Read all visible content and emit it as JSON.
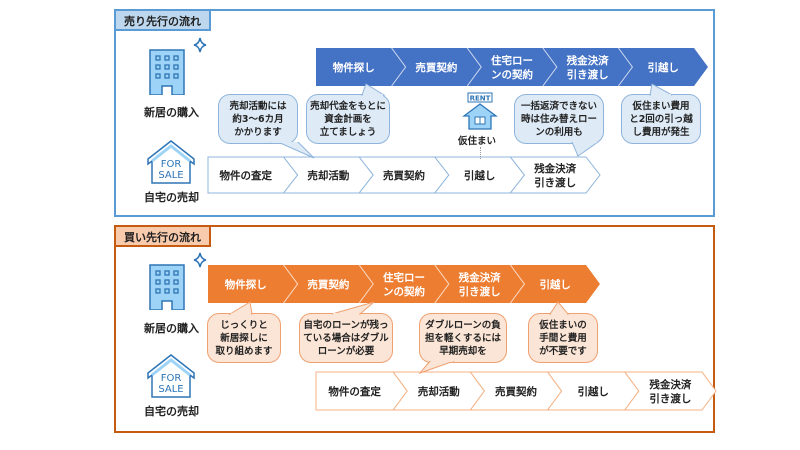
{
  "colors": {
    "sell_border": "#5b9bd5",
    "sell_arrow": "#4472c4",
    "sell_bubble": "#deebf7",
    "buy_border": "#c55a11",
    "buy_arrow": "#ed7d31",
    "buy_bubble": "#fbe5d6",
    "icon_fill": "#9dd3f7",
    "icon_stroke": "#2e75b6"
  },
  "sell_first": {
    "title": "売り先行の流れ",
    "purchase_label": "新居の購入",
    "sale_label": "自宅の売却",
    "for_sale_sign": [
      "FOR",
      "SALE"
    ],
    "purchase_steps": [
      {
        "line1": "物件探し",
        "line2": ""
      },
      {
        "line1": "売買契約",
        "line2": ""
      },
      {
        "line1": "住宅ロー",
        "line2": "ンの契約"
      },
      {
        "line1": "残金決済",
        "line2": "引き渡し"
      },
      {
        "line1": "引越し",
        "line2": ""
      }
    ],
    "sale_steps": [
      {
        "line1": "物件の査定",
        "line2": ""
      },
      {
        "line1": "売却活動",
        "line2": ""
      },
      {
        "line1": "売買契約",
        "line2": ""
      },
      {
        "line1": "引越し",
        "line2": ""
      },
      {
        "line1": "残金決済",
        "line2": "引き渡し"
      }
    ],
    "rent": {
      "sign": "RENT",
      "label": "仮住まい"
    },
    "bubbles": [
      "売却活動には\n約3～6カ月\nかかります",
      "売却代金をもとに\n資金計画を\n立てましょう",
      "一括返済できない\n時は住み替えロー\nンの利用も",
      "仮住まい費用\nと2回の引っ越\nし費用が発生"
    ]
  },
  "buy_first": {
    "title": "買い先行の流れ",
    "purchase_label": "新居の購入",
    "sale_label": "自宅の売却",
    "for_sale_sign": [
      "FOR",
      "SALE"
    ],
    "purchase_steps": [
      {
        "line1": "物件探し",
        "line2": ""
      },
      {
        "line1": "売買契約",
        "line2": ""
      },
      {
        "line1": "住宅ロー",
        "line2": "ンの契約"
      },
      {
        "line1": "残金決済",
        "line2": "引き渡し"
      },
      {
        "line1": "引越し",
        "line2": ""
      }
    ],
    "sale_steps": [
      {
        "line1": "物件の査定",
        "line2": ""
      },
      {
        "line1": "売却活動",
        "line2": ""
      },
      {
        "line1": "売買契約",
        "line2": ""
      },
      {
        "line1": "引越し",
        "line2": ""
      },
      {
        "line1": "残金決済",
        "line2": "引き渡し"
      }
    ],
    "bubbles": [
      "じっくりと\n新居探しに\n取り組めます",
      "自宅のローンが残っ\nている場合はダブル\nローンが必要",
      "ダブルローンの負\n担を軽くするには\n早期売却を",
      "仮住まいの\n手間と費用\nが不要です"
    ]
  }
}
